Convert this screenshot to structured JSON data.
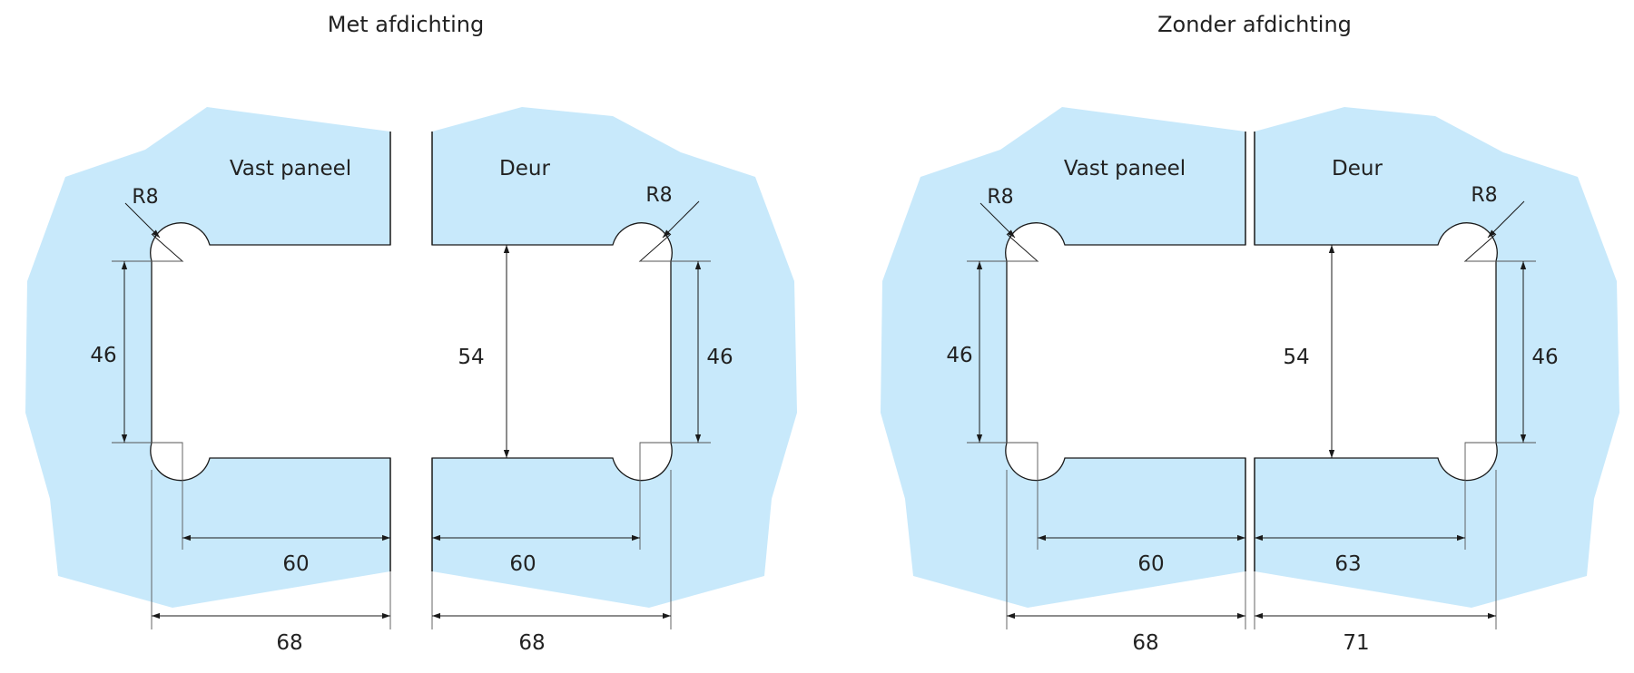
{
  "colors": {
    "glass": "#c8e9fb",
    "line": "#1a1a1a",
    "thin": "#555555"
  },
  "panels": [
    {
      "title": "Met afdichting",
      "fixed_label": "Vast paneel",
      "door_label": "Deur",
      "radius_left": "R8",
      "radius_right": "R8",
      "dim_left_height": "46",
      "dim_center_height": "54",
      "dim_right_height": "46",
      "dim_left_inner": "60",
      "dim_right_inner": "60",
      "dim_left_outer": "68",
      "dim_right_outer": "68"
    },
    {
      "title": "Zonder afdichting",
      "fixed_label": "Vast paneel",
      "door_label": "Deur",
      "radius_left": "R8",
      "radius_right": "R8",
      "dim_left_height": "46",
      "dim_center_height": "54",
      "dim_right_height": "46",
      "dim_left_inner": "60",
      "dim_right_inner": "63",
      "dim_left_outer": "68",
      "dim_right_outer": "71"
    }
  ]
}
